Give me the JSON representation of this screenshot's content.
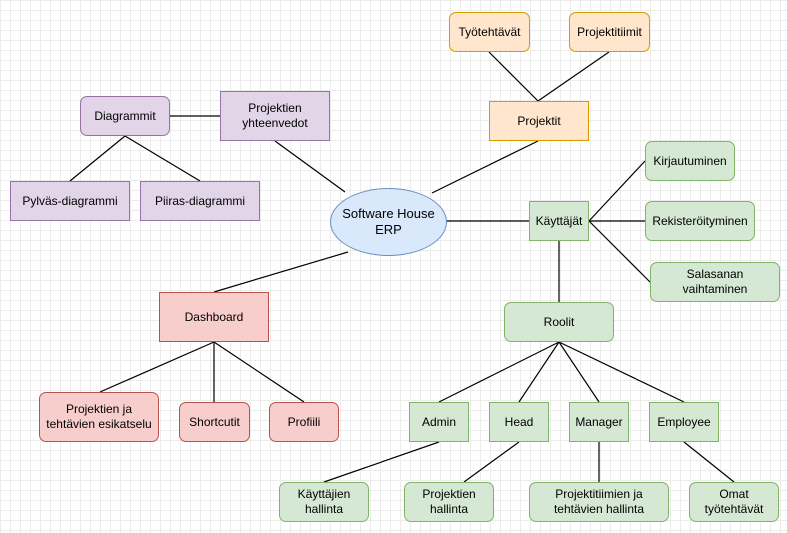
{
  "center": {
    "label": "Software House\nERP"
  },
  "projektit": {
    "label": "Projektit",
    "children": [
      "Työtehtävät",
      "Projektitiimit"
    ]
  },
  "yhteenvedot": {
    "label": "Projektien\nyhteenvedot"
  },
  "diagrammit": {
    "label": "Diagrammit",
    "children": [
      "Pylväs-diagrammi",
      "Piiras-diagrammi"
    ]
  },
  "kayttajat": {
    "label": "Käyttäjät",
    "children": [
      "Kirjautuminen",
      "Rekisteröityminen",
      "Salasanan vaihtaminen"
    ]
  },
  "roolit": {
    "label": "Roolit",
    "roles": [
      "Admin",
      "Head",
      "Manager",
      "Employee"
    ],
    "tasks": [
      "Käyttäjien\nhallinta",
      "Projektien\nhallinta",
      "Projektitiimien ja\ntehtävien hallinta",
      "Omat\ntyötehtävät"
    ]
  },
  "dashboard": {
    "label": "Dashboard",
    "children": [
      "Projektien ja\ntehtävien esikatselu",
      "Shortcutit",
      "Profiili"
    ]
  }
}
